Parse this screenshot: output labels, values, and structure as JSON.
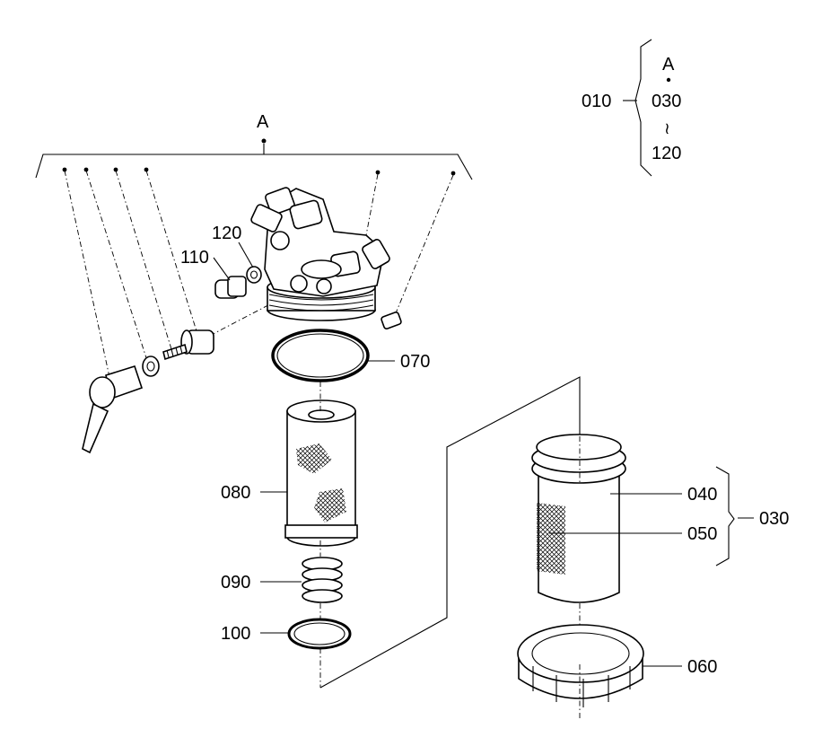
{
  "assembly_ref": {
    "group_label": "A",
    "parent": "010",
    "from": "A",
    "start": "030",
    "range_mark": "≀",
    "end": "120"
  },
  "callouts": {
    "head_group": "A",
    "p110": "110",
    "p120": "120",
    "p070": "070",
    "p080": "080",
    "p090": "090",
    "p100": "100",
    "p040": "040",
    "p050": "050",
    "p030": "030",
    "p060": "060"
  }
}
